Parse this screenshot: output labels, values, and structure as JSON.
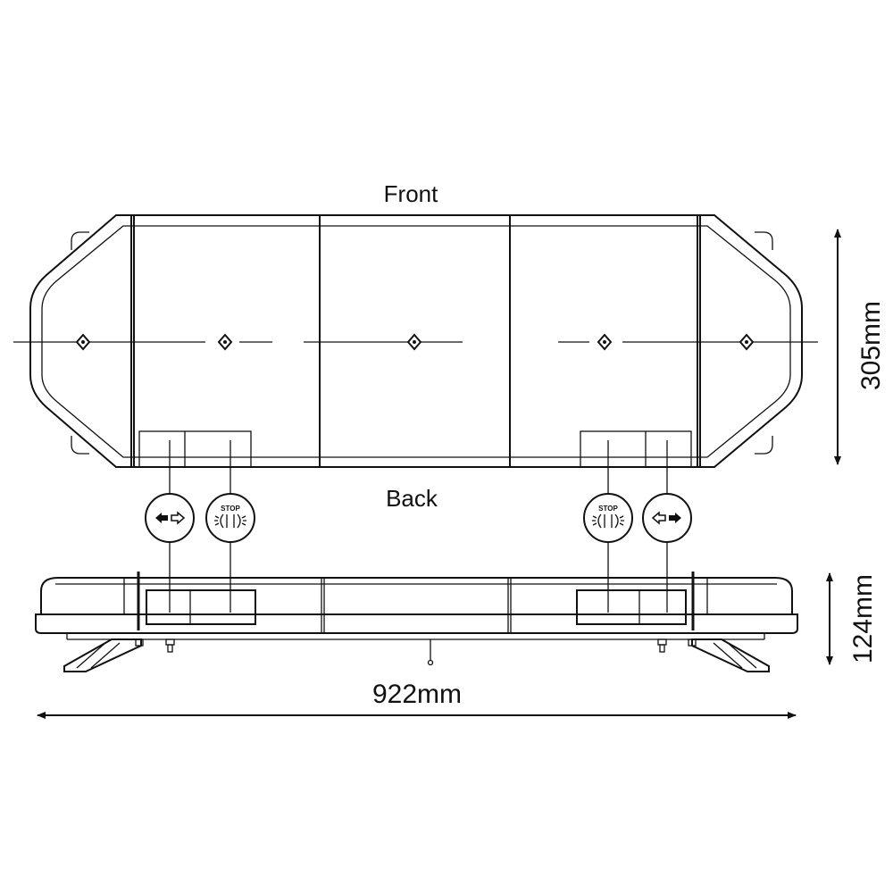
{
  "labels": {
    "top_view": "Front",
    "bottom_edge": "Back",
    "width_dim": "922mm",
    "depth_dim": "305mm",
    "height_dim": "124mm",
    "stop_text": "STOP"
  },
  "icons": [
    "arrow-left-filled-icon",
    "stop-light-icon",
    "stop-light-icon",
    "arrow-right-filled-icon"
  ],
  "colors": {
    "line": "#111111",
    "background": "#ffffff"
  }
}
